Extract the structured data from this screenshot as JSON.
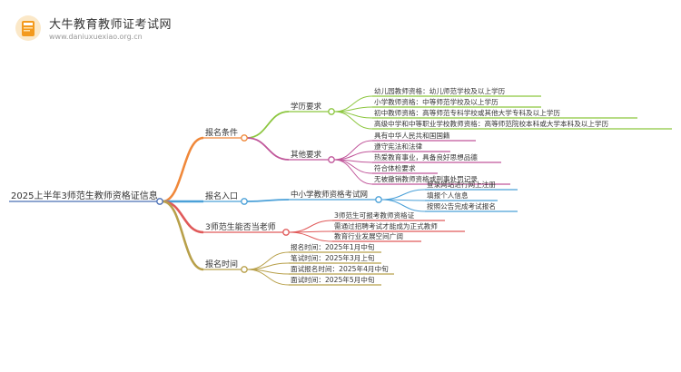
{
  "header": {
    "site_name": "大牛教育教师证考试网",
    "site_url": "www.daniuxuexiao.org.cn"
  },
  "mindmap": {
    "root": "2025上半年3师范生教师资格证信息",
    "branches": [
      {
        "label": "报名条件",
        "color": "#f0883a",
        "children": [
          {
            "label": "学历要求",
            "color": "#8cc63f",
            "leaves": [
              "幼儿园教师资格：幼儿师范学校及以上学历",
              "小学教师资格：中等师范学校及以上学历",
              "初中教师资格：高等师范专科学校或其他大学专科及以上学历",
              "高级中学和中等职业学校教师资格：高等师范院校本科或大学本科及以上学历"
            ]
          },
          {
            "label": "其他要求",
            "color": "#c0569a",
            "leaves": [
              "具有中华人民共和国国籍",
              "遵守宪法和法律",
              "热爱教育事业，具备良好思想品德",
              "符合体检要求",
              "无被撤销教师资格或刑事处罚记录"
            ]
          }
        ]
      },
      {
        "label": "报名入口",
        "color": "#4aa0d8",
        "children": [
          {
            "label": "中小学教师资格考试网",
            "color": "#4aa0d8",
            "leaves": [
              "登录网站进行网上注册",
              "填报个人信息",
              "按照公告完成考试报名"
            ]
          }
        ]
      },
      {
        "label": "3师范生能否当老师",
        "color": "#e05a5a",
        "leaves": [
          "3师范生可报考教师资格证",
          "需通过招聘考试才能成为正式教师",
          "教育行业发展空间广阔"
        ]
      },
      {
        "label": "报名时间",
        "color": "#b8a04a",
        "leaves": [
          "报名时间：2025年1月中旬",
          "笔试时间：2025年3月上旬",
          "面试报名时间：2025年4月中旬",
          "面试时间：2025年5月中旬"
        ]
      }
    ]
  }
}
